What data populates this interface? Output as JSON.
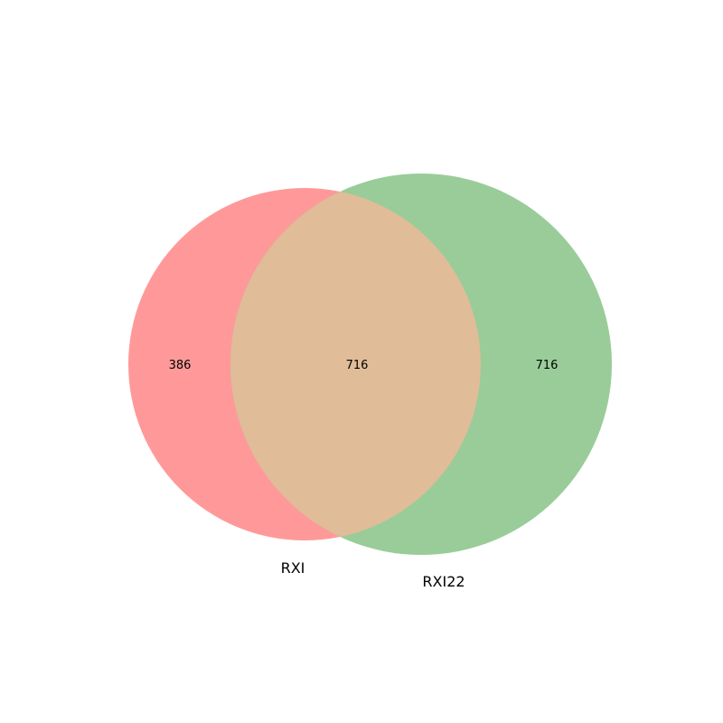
{
  "chart_data": {
    "type": "venn",
    "sets": [
      {
        "name": "RXI",
        "color": "#ff9999"
      },
      {
        "name": "RXI22",
        "color": "#99cc99"
      }
    ],
    "regions": {
      "only_a": "386",
      "both": "716",
      "only_b": "716"
    },
    "overlap_color": "#e0bc99"
  }
}
